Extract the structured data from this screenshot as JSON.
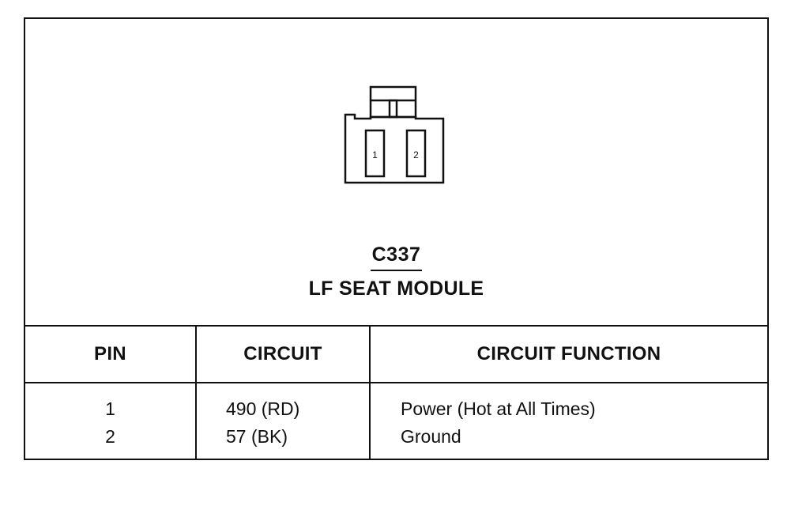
{
  "connector": {
    "id": "C337",
    "name": "LF SEAT MODULE",
    "pin_labels": [
      "1",
      "2"
    ]
  },
  "table": {
    "headers": {
      "pin": "PIN",
      "circuit": "CIRCUIT",
      "function": "CIRCUIT FUNCTION"
    },
    "rows": [
      {
        "pin": "1",
        "circuit": "490 (RD)",
        "function": "Power (Hot at All Times)"
      },
      {
        "pin": "2",
        "circuit": "57 (BK)",
        "function": "Ground"
      }
    ]
  },
  "colors": {
    "line": "#111111",
    "background": "#ffffff"
  }
}
